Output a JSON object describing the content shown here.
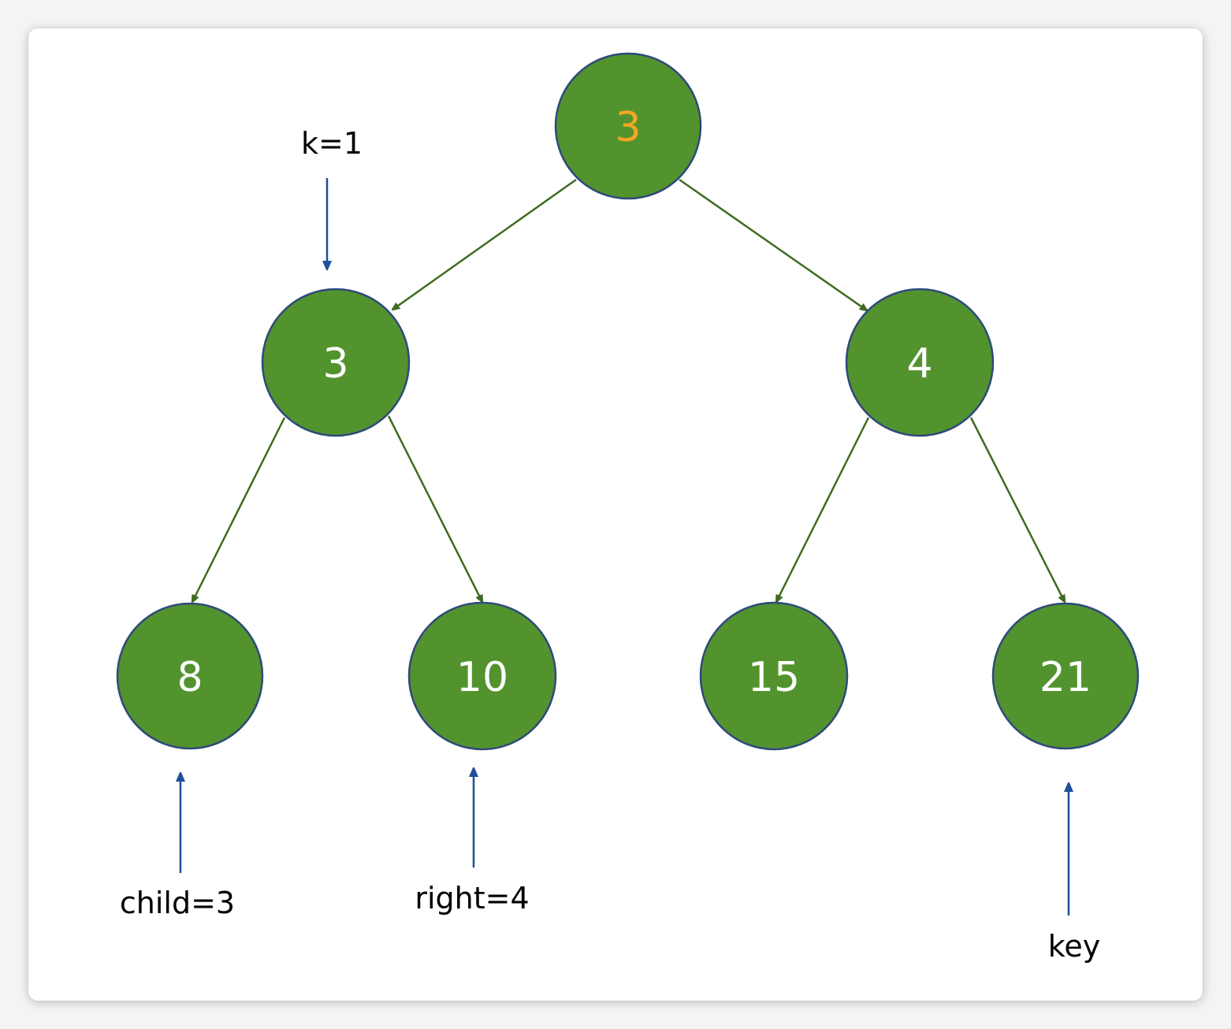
{
  "colors": {
    "node_fill": "#52932e",
    "node_stroke": "#2f4a7a",
    "node_text": "#ffffff",
    "highlight_text": "#f5a623",
    "edge": "#3f6b22",
    "pointer": "#1f4e9b",
    "label": "#000000"
  },
  "tree": {
    "root": {
      "value": "3",
      "highlight": true
    },
    "level1": [
      {
        "value": "3"
      },
      {
        "value": "4"
      }
    ],
    "level2": [
      {
        "value": "8"
      },
      {
        "value": "10"
      },
      {
        "value": "15"
      },
      {
        "value": "21"
      }
    ]
  },
  "pointers": {
    "k": {
      "label": "k=1",
      "direction": "down",
      "target": "left child of root"
    },
    "child": {
      "label": "child=3",
      "direction": "up",
      "target": "node 8"
    },
    "right": {
      "label": "right=4",
      "direction": "up",
      "target": "node 10"
    },
    "key": {
      "label": "key",
      "direction": "up",
      "target": "node 21"
    }
  }
}
